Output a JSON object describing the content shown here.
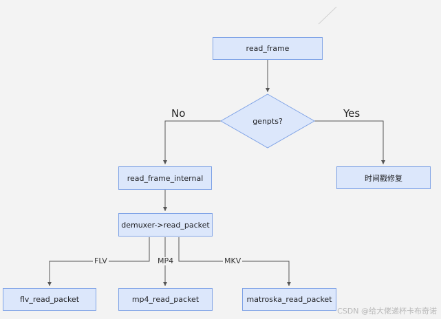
{
  "nodes": {
    "read_frame": "read_frame",
    "genpts": "genpts?",
    "read_frame_internal": "read_frame_internal",
    "timestamp_fix": "时间戳修复",
    "demuxer_read_packet": "demuxer->read_packet",
    "flv_read_packet": "flv_read_packet",
    "mp4_read_packet": "mp4_read_packet",
    "matroska_read_packet": "matroska_read_packet"
  },
  "edge_labels": {
    "no": "No",
    "yes": "Yes",
    "flv": "FLV",
    "mp4": "MP4",
    "mkv": "MKV"
  },
  "watermark": "CSDN @给大佬递杯卡布奇诺",
  "colors": {
    "node_fill": "#dce7fb",
    "node_border": "#7ea2e6",
    "edge": "#555555",
    "background": "#f3f3f3"
  }
}
